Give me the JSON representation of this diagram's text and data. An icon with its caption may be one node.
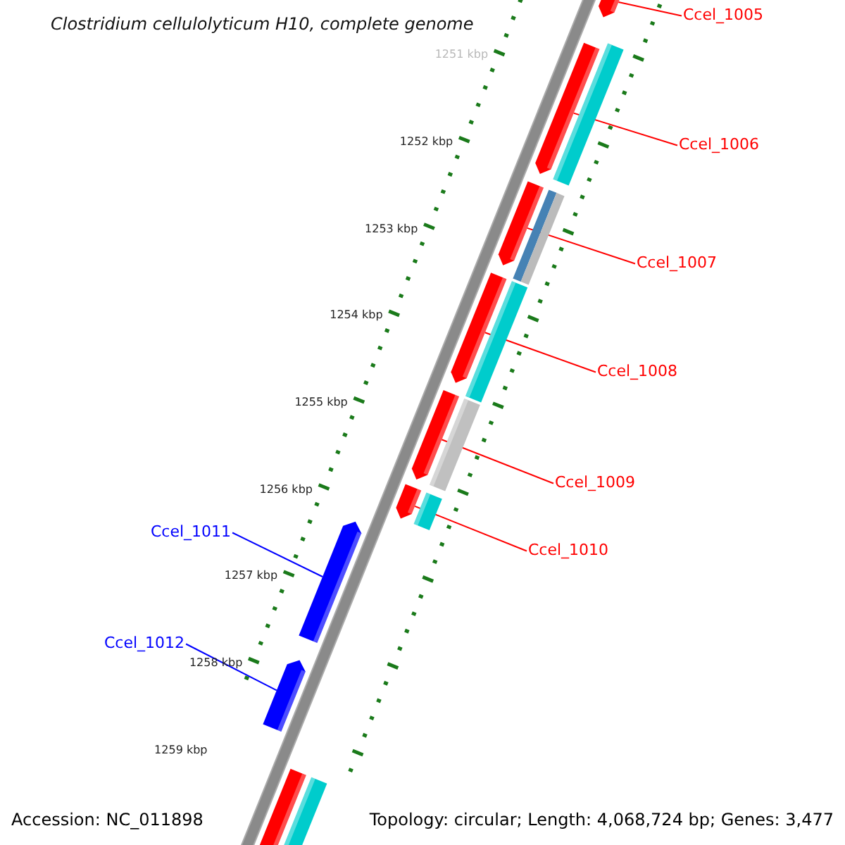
{
  "diagram": {
    "title": "Clostridium cellulolyticum H10, complete genome",
    "nodes": [
      {
        "text": [
          "Ccel_1005"
        ]
      },
      {
        "text": [],
        "shape": "bar"
      },
      {
        "text": [
          "Ccel_1006"
        ]
      },
      {
        "text": [],
        "shape": "bar"
      },
      {
        "text": [
          "Ccel_1007"
        ]
      },
      {
        "text": [],
        "shape": "bar"
      },
      {
        "text": [
          "Ccel_1008"
        ]
      },
      {
        "text": [],
        "shape": "bar"
      },
      {
        "text": [
          "Ccel_1009"
        ]
      },
      {
        "text": [],
        "shape": "bar"
      },
      {
        "text": [
          "Ccel_1010"
        ]
      },
      {
        "text": [],
        "shape": "bar"
      },
      {
        "text": [
          "Ccel_1011"
        ]
      },
      {
        "text": [],
        "shape": "bar"
      },
      {
        "text": [
          "Ccel_1012"
        ]
      },
      {
        "text": [],
        "shape": "bar"
      },
      {
        "text": [],
        "shape": "bar"
      }
    ],
    "edges": [
      {
        "from": 0,
        "to": 1,
        "arrow": "none"
      },
      {
        "from": 2,
        "to": 3,
        "arrow": "none"
      },
      {
        "from": 4,
        "to": 5,
        "arrow": "none"
      },
      {
        "from": 6,
        "to": 7,
        "arrow": "none"
      },
      {
        "from": 8,
        "to": 9,
        "arrow": "none"
      },
      {
        "from": 10,
        "to": 11,
        "arrow": "none"
      },
      {
        "from": 12,
        "to": 13,
        "arrow": "none",
        "color": "#0000ff"
      },
      {
        "from": 14,
        "to": 15,
        "arrow": "none",
        "color": "#0000ff"
      }
    ],
    "labels": [
      "1251 kbp",
      "1252 kbp",
      "1253 kbp",
      "1254 kbp",
      "1255 kbp",
      "1256 kbp",
      "1257 kbp",
      "1258 kbp",
      "1259 kbp",
      "Accession: NC_011898",
      "Topology: circular; Length: 4,068,724 bp; Genes: 3,477"
    ]
  }
}
